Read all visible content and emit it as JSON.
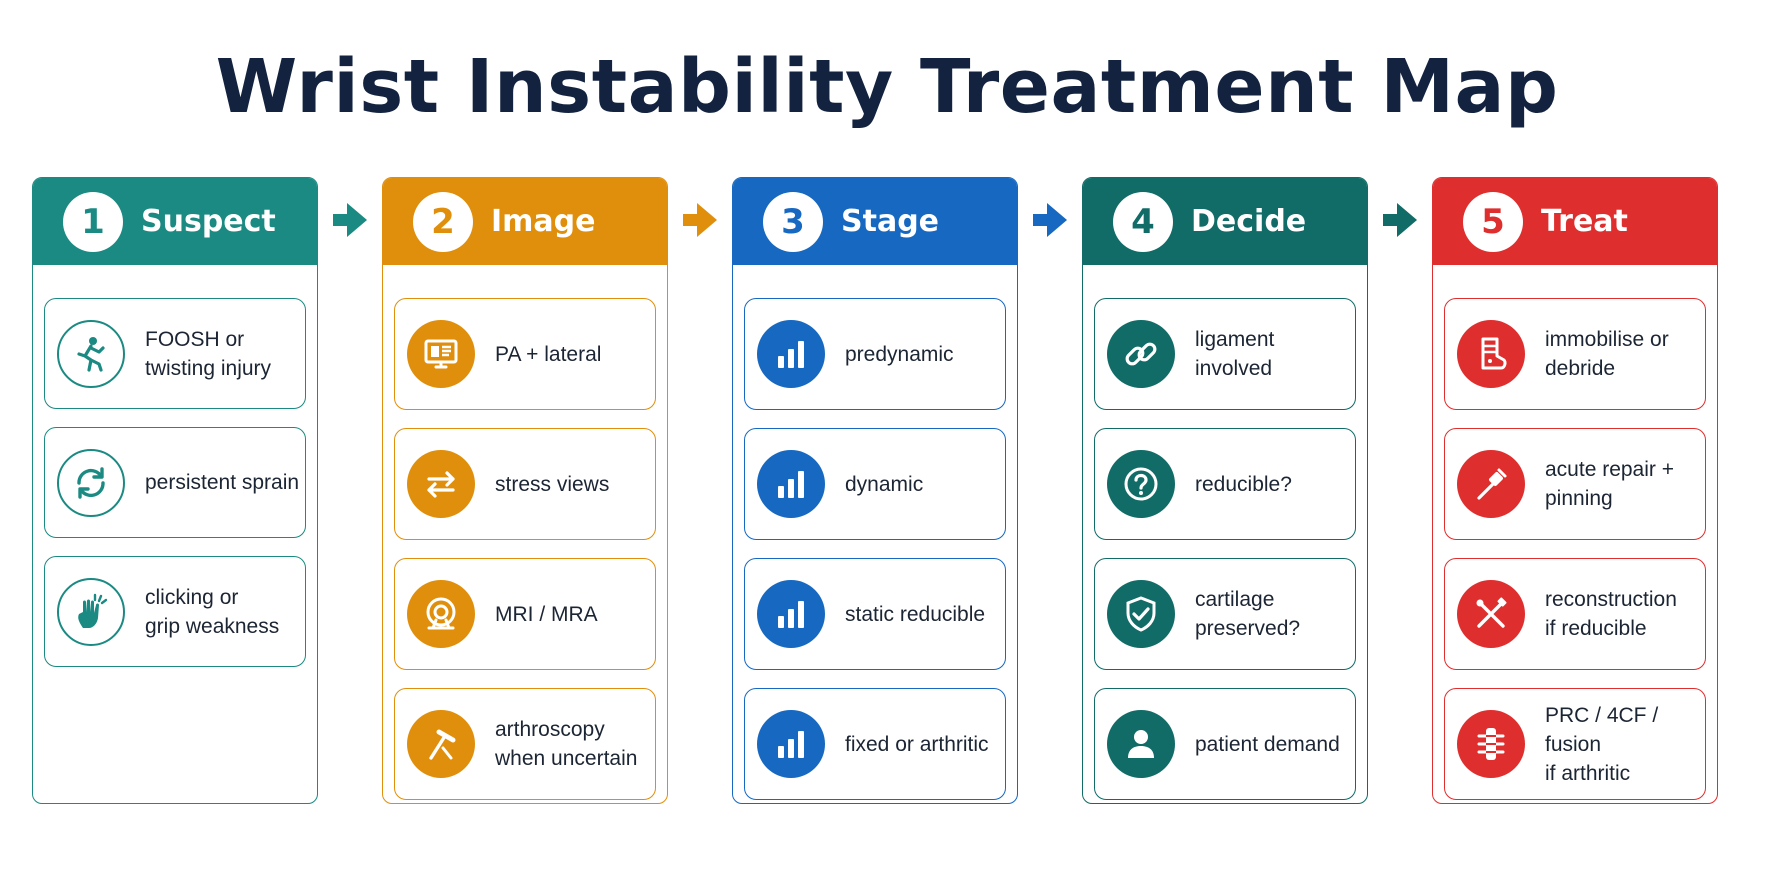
{
  "title": "Wrist Instability Treatment Map",
  "steps": [
    {
      "number": "1",
      "title": "Suspect",
      "color": "#1a8a82",
      "items": [
        {
          "label": "FOOSH or\ntwisting injury",
          "icon": "falling-person-icon"
        },
        {
          "label": "persistent sprain",
          "icon": "refresh-cycle-icon"
        },
        {
          "label": "clicking or\ngrip weakness",
          "icon": "hand-click-icon"
        }
      ]
    },
    {
      "number": "2",
      "title": "Image",
      "color": "#e08f0c",
      "items": [
        {
          "label": "PA + lateral",
          "icon": "monitor-xray-icon"
        },
        {
          "label": "stress views",
          "icon": "double-arrow-icon"
        },
        {
          "label": "MRI / MRA",
          "icon": "mri-scanner-icon"
        },
        {
          "label": "arthroscopy\nwhen uncertain",
          "icon": "arthroscope-icon"
        }
      ]
    },
    {
      "number": "3",
      "title": "Stage",
      "color": "#1768c0",
      "items": [
        {
          "label": "predynamic",
          "icon": "bar-chart-icon"
        },
        {
          "label": "dynamic",
          "icon": "bar-chart-icon"
        },
        {
          "label": "static reducible",
          "icon": "bar-chart-icon"
        },
        {
          "label": "fixed or arthritic",
          "icon": "bar-chart-icon"
        }
      ]
    },
    {
      "number": "4",
      "title": "Decide",
      "color": "#116b67",
      "items": [
        {
          "label": "ligament involved",
          "icon": "chain-link-icon"
        },
        {
          "label": "reducible?",
          "icon": "question-icon"
        },
        {
          "label": "cartilage\npreserved?",
          "icon": "shield-check-icon"
        },
        {
          "label": "patient demand",
          "icon": "person-icon"
        }
      ]
    },
    {
      "number": "5",
      "title": "Treat",
      "color": "#df2e2e",
      "items": [
        {
          "label": "immobilise or debride",
          "icon": "splint-icon"
        },
        {
          "label": "acute repair + pinning",
          "icon": "pin-tool-icon"
        },
        {
          "label": "reconstruction\nif reducible",
          "icon": "crossed-tools-icon"
        },
        {
          "label": "PRC / 4CF / fusion\nif arthritic",
          "icon": "fusion-bones-icon"
        }
      ]
    }
  ],
  "arrow_colors": [
    "#1a8a82",
    "#e08f0c",
    "#1768c0",
    "#116b67"
  ]
}
